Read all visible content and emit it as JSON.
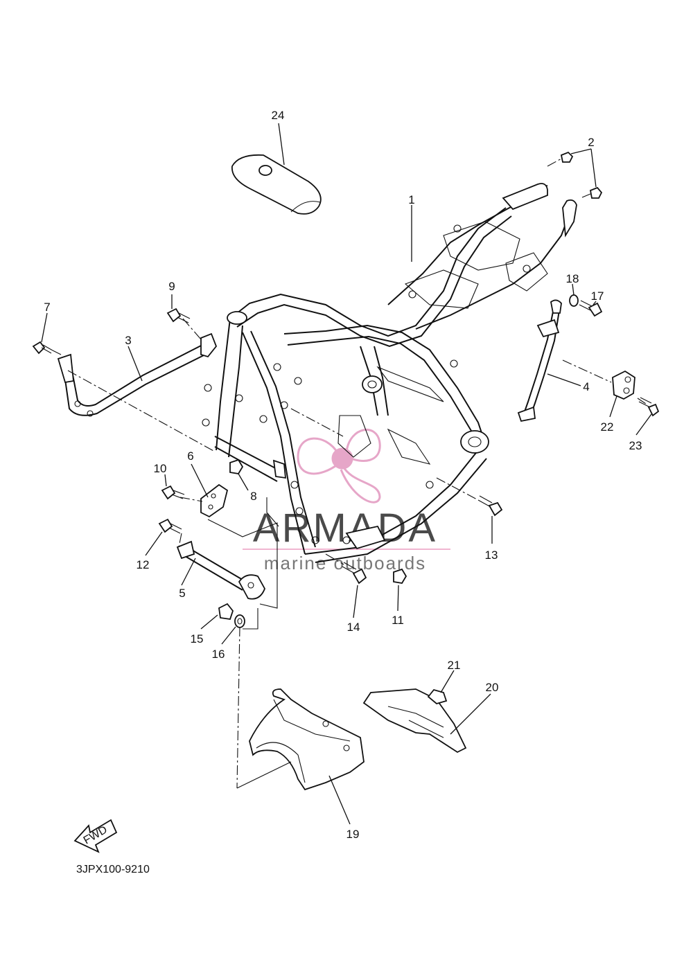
{
  "diagram_code": "3JPX100-9210",
  "fwd_label": "FWD",
  "watermark": {
    "name": "ARMADA",
    "tagline": "marine outboards"
  },
  "callouts": [
    "1",
    "2",
    "3",
    "4",
    "5",
    "6",
    "7",
    "8",
    "9",
    "10",
    "11",
    "12",
    "13",
    "14",
    "15",
    "16",
    "17",
    "18",
    "19",
    "20",
    "21",
    "22",
    "23",
    "24"
  ]
}
